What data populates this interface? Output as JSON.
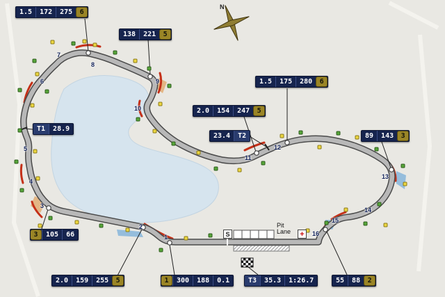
{
  "page": {
    "title": "Circuit track map"
  },
  "colors": {
    "background": "#e9e8e3",
    "lake": "#d6e4ee",
    "track_fill": "#b8b8b8",
    "track_outline": "#4a4a4a",
    "info_box_bg": "#16244e",
    "info_box_text": "#ffffff",
    "gear_box_bg": "#9a8526",
    "kerb_red": "#c43018",
    "runoff_blue": "#8cb8da",
    "runoff_tan": "#e2b07a",
    "marshal_green": "#57a639",
    "marshal_yellow": "#ecd640"
  },
  "compass": {
    "north_label": "N"
  },
  "pit": {
    "line1": "Pit",
    "line2": "Lane",
    "start_marker": "S",
    "medical_marker": "+"
  },
  "corners": [
    "1",
    "2",
    "3",
    "4",
    "5",
    "6",
    "7",
    "8",
    "9",
    "10",
    "11",
    "12",
    "13",
    "14",
    "15",
    "16"
  ],
  "info_boxes": {
    "turn8": {
      "cells": [
        "1.5",
        "172",
        "275"
      ],
      "gear": "6"
    },
    "turn9": {
      "cells": [
        "138",
        "221"
      ],
      "gear": "5"
    },
    "turn12": {
      "cells": [
        "1.5",
        "175",
        "280"
      ],
      "gear": "6"
    },
    "turn11": {
      "cells": [
        "2.0",
        "154",
        "247"
      ],
      "gear": "5"
    },
    "sector2": {
      "cells": [
        "23.4",
        "T2"
      ]
    },
    "sector1": {
      "cells": [
        "T1",
        "28.9"
      ]
    },
    "turn13": {
      "cells": [
        "89",
        "143"
      ],
      "gear": "3"
    },
    "turn3": {
      "gear": "3",
      "cells": [
        "105",
        "66"
      ]
    },
    "turn2": {
      "cells": [
        "2.0",
        "159",
        "255"
      ],
      "gear": "5"
    },
    "turn1": {
      "gear": "1",
      "cells": [
        "300",
        "188",
        "0.1"
      ]
    },
    "sector3": {
      "cells": [
        "T3",
        "35.3",
        "1:26.7"
      ]
    },
    "turn15": {
      "cells": [
        "55",
        "88"
      ],
      "gear": "2"
    }
  },
  "map": {
    "marshal_dots": [
      [
        47,
        85,
        "g"
      ],
      [
        73,
        58,
        "y"
      ],
      [
        103,
        60,
        "g"
      ],
      [
        134,
        62,
        "y"
      ],
      [
        163,
        73,
        "g"
      ],
      [
        192,
        85,
        "y"
      ],
      [
        212,
        96,
        "g"
      ],
      [
        241,
        121,
        "g"
      ],
      [
        228,
        147,
        "y"
      ],
      [
        196,
        169,
        "g"
      ],
      [
        220,
        186,
        "y"
      ],
      [
        247,
        204,
        "g"
      ],
      [
        283,
        217,
        "y"
      ],
      [
        308,
        240,
        "g"
      ],
      [
        342,
        242,
        "y"
      ],
      [
        376,
        232,
        "g"
      ],
      [
        403,
        193,
        "y"
      ],
      [
        430,
        188,
        "g"
      ],
      [
        457,
        209,
        "y"
      ],
      [
        484,
        189,
        "g"
      ],
      [
        511,
        195,
        "y"
      ],
      [
        539,
        212,
        "g"
      ],
      [
        577,
        236,
        "g"
      ],
      [
        580,
        262,
        "y"
      ],
      [
        543,
        291,
        "g"
      ],
      [
        552,
        321,
        "y"
      ],
      [
        523,
        319,
        "g"
      ],
      [
        495,
        299,
        "y"
      ],
      [
        467,
        318,
        "g"
      ],
      [
        440,
        329,
        "y"
      ],
      [
        300,
        336,
        "g"
      ],
      [
        265,
        340,
        "y"
      ],
      [
        229,
        357,
        "g"
      ],
      [
        181,
        328,
        "y"
      ],
      [
        143,
        322,
        "g"
      ],
      [
        108,
        317,
        "y"
      ],
      [
        70,
        311,
        "g"
      ],
      [
        55,
        322,
        "y"
      ],
      [
        29,
        271,
        "g"
      ],
      [
        52,
        254,
        "y"
      ],
      [
        21,
        230,
        "g"
      ],
      [
        48,
        215,
        "y"
      ],
      [
        26,
        185,
        "g"
      ],
      [
        44,
        149,
        "y"
      ],
      [
        26,
        127,
        "g"
      ],
      [
        51,
        104,
        "y"
      ],
      [
        65,
        129,
        "g"
      ],
      [
        119,
        57,
        "y"
      ]
    ]
  }
}
